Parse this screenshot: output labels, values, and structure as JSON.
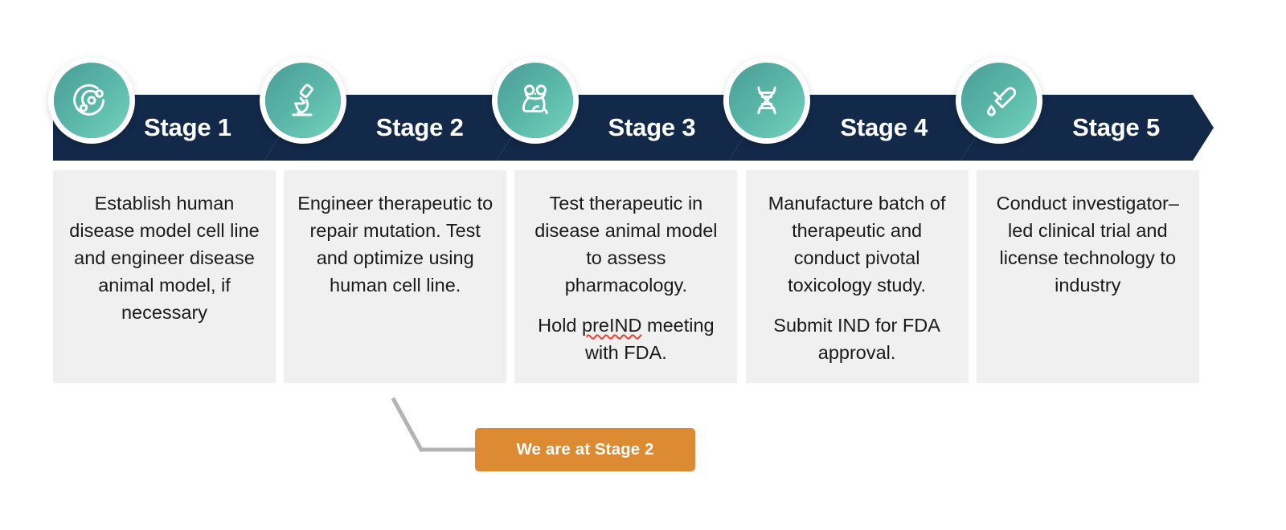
{
  "theme": {
    "band_color": "#12294a",
    "card_bg": "#f0f0f0",
    "circle_gradient_from": "#4b9d96",
    "circle_gradient_to": "#72d4bb",
    "callout_color": "#dd8b33",
    "connector_color": "#b3b3b3",
    "text_color": "#1a1a1a",
    "band_text_color": "#ffffff"
  },
  "stages": [
    {
      "label": "Stage 1",
      "icon": "cell-culture-icon",
      "paragraphs": [
        {
          "text": "Establish human disease model cell line and engineer disease animal model, if necessary"
        }
      ]
    },
    {
      "label": "Stage 2",
      "icon": "microscope-icon",
      "paragraphs": [
        {
          "text": "Engineer therapeutic to repair mutation. Test and optimize using human cell line."
        }
      ]
    },
    {
      "label": "Stage 3",
      "icon": "lab-mouse-icon",
      "paragraphs": [
        {
          "text": "Test therapeutic in disease animal model to assess pharmacology."
        },
        {
          "pre": "Hold ",
          "misspelled": "preIND",
          "post": " meeting with FDA."
        }
      ]
    },
    {
      "label": "Stage 4",
      "icon": "dna-helix-icon",
      "paragraphs": [
        {
          "text": "Manufacture batch of therapeutic and conduct pivotal toxicology study."
        },
        {
          "text": "Submit IND for FDA approval."
        }
      ]
    },
    {
      "label": "Stage 5",
      "icon": "test-tube-drop-icon",
      "paragraphs": [
        {
          "text": "Conduct investigator–led clinical trial and license technology to industry"
        }
      ]
    }
  ],
  "callout": {
    "label": "We are at Stage 2",
    "target_stage": "Stage 2"
  }
}
